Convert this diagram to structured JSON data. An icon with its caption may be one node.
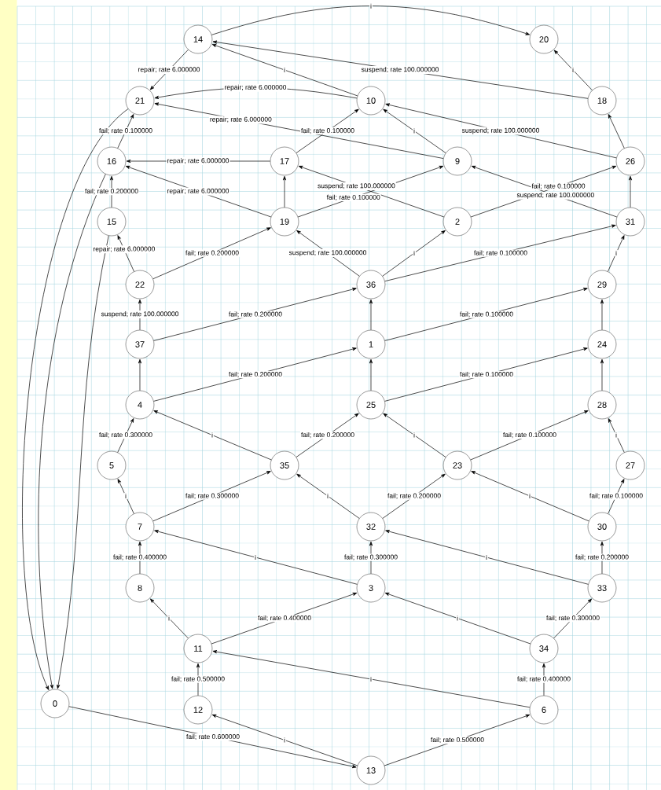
{
  "diagram": {
    "nodes": [
      {
        "text": [
          "14"
        ]
      },
      {
        "text": [
          "20"
        ]
      },
      {
        "text": [
          "21"
        ]
      },
      {
        "text": [
          "10"
        ]
      },
      {
        "text": [
          "18"
        ]
      },
      {
        "text": [
          "16"
        ]
      },
      {
        "text": [
          "17"
        ]
      },
      {
        "text": [
          "9"
        ]
      },
      {
        "text": [
          "26"
        ]
      },
      {
        "text": [
          "15"
        ]
      },
      {
        "text": [
          "19"
        ]
      },
      {
        "text": [
          "2"
        ]
      },
      {
        "text": [
          "31"
        ]
      },
      {
        "text": [
          "22"
        ]
      },
      {
        "text": [
          "36"
        ]
      },
      {
        "text": [
          "29"
        ]
      },
      {
        "text": [
          "37"
        ]
      },
      {
        "text": [
          "1"
        ]
      },
      {
        "text": [
          "24"
        ]
      },
      {
        "text": [
          "4"
        ]
      },
      {
        "text": [
          "25"
        ]
      },
      {
        "text": [
          "28"
        ]
      },
      {
        "text": [
          "5"
        ]
      },
      {
        "text": [
          "35"
        ]
      },
      {
        "text": [
          "23"
        ]
      },
      {
        "text": [
          "27"
        ]
      },
      {
        "text": [
          "7"
        ]
      },
      {
        "text": [
          "32"
        ]
      },
      {
        "text": [
          "30"
        ]
      },
      {
        "text": [
          "8"
        ]
      },
      {
        "text": [
          "3"
        ]
      },
      {
        "text": [
          "33"
        ]
      },
      {
        "text": [
          "11"
        ]
      },
      {
        "text": [
          "34"
        ]
      },
      {
        "text": [
          "0"
        ]
      },
      {
        "text": [
          "12"
        ]
      },
      {
        "text": [
          "6"
        ]
      },
      {
        "text": [
          "13"
        ]
      }
    ],
    "edges": [
      {
        "from": 0,
        "to": 1,
        "arrow": "to",
        "label": "i"
      },
      {
        "from": 0,
        "to": 2,
        "arrow": "to",
        "label": "repair; rate 6.000000"
      },
      {
        "from": 3,
        "to": 0,
        "arrow": "to",
        "label": "i"
      },
      {
        "from": 4,
        "to": 0,
        "arrow": "to",
        "label": "suspend; rate 100.000000"
      },
      {
        "from": 3,
        "to": 2,
        "arrow": "to",
        "label": "repair; rate 6.000000"
      },
      {
        "from": 7,
        "to": 2,
        "arrow": "to",
        "label": "repair; rate 6.000000"
      },
      {
        "from": 6,
        "to": 3,
        "arrow": "to",
        "label": "fail; rate 0.100000"
      },
      {
        "from": 7,
        "to": 3,
        "arrow": "to",
        "label": "i"
      },
      {
        "from": 8,
        "to": 3,
        "arrow": "to",
        "label": "suspend; rate 100.000000"
      },
      {
        "from": 4,
        "to": 1,
        "arrow": "to",
        "label": "i"
      },
      {
        "from": 8,
        "to": 4,
        "arrow": "to"
      },
      {
        "from": 5,
        "to": 2,
        "arrow": "to",
        "label": "fail; rate 0.100000"
      },
      {
        "from": 6,
        "to": 5,
        "arrow": "to",
        "label": "repair; rate 6.000000"
      },
      {
        "from": 10,
        "to": 5,
        "arrow": "to",
        "label": "repair; rate 6.000000"
      },
      {
        "from": 9,
        "to": 5,
        "arrow": "to",
        "label": "fail; rate 0.200000"
      },
      {
        "from": 10,
        "to": 6,
        "arrow": "to"
      },
      {
        "from": 11,
        "to": 6,
        "arrow": "to",
        "label": "suspend; rate 100.000000"
      },
      {
        "from": 10,
        "to": 7,
        "arrow": "to",
        "label": "fail; rate 0.100000"
      },
      {
        "from": 12,
        "to": 7,
        "arrow": "to",
        "label": "suspend; rate 100.000000"
      },
      {
        "from": 11,
        "to": 8,
        "arrow": "to",
        "label": "fail; rate 0.100000"
      },
      {
        "from": 12,
        "to": 8,
        "arrow": "to"
      },
      {
        "from": 13,
        "to": 10,
        "arrow": "to",
        "label": "fail; rate 0.200000"
      },
      {
        "from": 13,
        "to": 9,
        "arrow": "to",
        "label": "repair; rate 6.000000"
      },
      {
        "from": 14,
        "to": 10,
        "arrow": "to",
        "label": "suspend; rate 100.000000"
      },
      {
        "from": 14,
        "to": 11,
        "arrow": "to",
        "label": "i"
      },
      {
        "from": 14,
        "to": 12,
        "arrow": "to",
        "label": "fail; rate 0.100000"
      },
      {
        "from": 15,
        "to": 12,
        "arrow": "to",
        "label": "i"
      },
      {
        "from": 16,
        "to": 13,
        "arrow": "to",
        "label": "suspend; rate 100.000000"
      },
      {
        "from": 16,
        "to": 14,
        "arrow": "to",
        "label": "fail; rate 0.200000"
      },
      {
        "from": 17,
        "to": 14,
        "arrow": "to"
      },
      {
        "from": 17,
        "to": 15,
        "arrow": "to",
        "label": "fail; rate 0.100000"
      },
      {
        "from": 19,
        "to": 16,
        "arrow": "to"
      },
      {
        "from": 19,
        "to": 17,
        "arrow": "to",
        "label": "fail; rate 0.200000"
      },
      {
        "from": 20,
        "to": 17,
        "arrow": "to"
      },
      {
        "from": 20,
        "to": 18,
        "arrow": "to",
        "label": "fail; rate 0.100000"
      },
      {
        "from": 18,
        "to": 15,
        "arrow": "to"
      },
      {
        "from": 21,
        "to": 18,
        "arrow": "to"
      },
      {
        "from": 22,
        "to": 19,
        "arrow": "to",
        "label": "fail; rate 0.300000"
      },
      {
        "from": 23,
        "to": 19,
        "arrow": "to",
        "label": "i"
      },
      {
        "from": 23,
        "to": 20,
        "arrow": "to",
        "label": "fail; rate 0.200000"
      },
      {
        "from": 24,
        "to": 20,
        "arrow": "to",
        "label": "i"
      },
      {
        "from": 24,
        "to": 21,
        "arrow": "to",
        "label": "fail; rate 0.100000"
      },
      {
        "from": 25,
        "to": 21,
        "arrow": "to",
        "label": "i"
      },
      {
        "from": 26,
        "to": 22,
        "arrow": "to",
        "label": "i"
      },
      {
        "from": 26,
        "to": 23,
        "arrow": "to",
        "label": "fail; rate 0.300000"
      },
      {
        "from": 27,
        "to": 23,
        "arrow": "to",
        "label": "i"
      },
      {
        "from": 27,
        "to": 24,
        "arrow": "to",
        "label": "fail; rate 0.200000"
      },
      {
        "from": 28,
        "to": 24,
        "arrow": "to",
        "label": "i"
      },
      {
        "from": 28,
        "to": 25,
        "arrow": "to",
        "label": "fail; rate 0.100000"
      },
      {
        "from": 29,
        "to": 26,
        "arrow": "to",
        "label": "fail; rate 0.400000"
      },
      {
        "from": 30,
        "to": 26,
        "arrow": "to",
        "label": "i"
      },
      {
        "from": 30,
        "to": 27,
        "arrow": "to",
        "label": "fail; rate 0.300000"
      },
      {
        "from": 31,
        "to": 27,
        "arrow": "to",
        "label": "i"
      },
      {
        "from": 31,
        "to": 28,
        "arrow": "to",
        "label": "fail; rate 0.200000"
      },
      {
        "from": 32,
        "to": 29,
        "arrow": "to",
        "label": "i"
      },
      {
        "from": 32,
        "to": 30,
        "arrow": "to",
        "label": "fail; rate 0.400000"
      },
      {
        "from": 33,
        "to": 30,
        "arrow": "to",
        "label": "i"
      },
      {
        "from": 33,
        "to": 31,
        "arrow": "to",
        "label": "fail; rate 0.300000"
      },
      {
        "from": 35,
        "to": 32,
        "arrow": "to",
        "label": "fail; rate 0.500000"
      },
      {
        "from": 36,
        "to": 32,
        "arrow": "to",
        "label": "i"
      },
      {
        "from": 36,
        "to": 33,
        "arrow": "to",
        "label": "fail; rate 0.400000"
      },
      {
        "from": 34,
        "to": 37,
        "arrow": "to",
        "label": "fail; rate 0.600000"
      },
      {
        "from": 37,
        "to": 35,
        "arrow": "to",
        "label": "i"
      },
      {
        "from": 37,
        "to": 36,
        "arrow": "to",
        "label": "fail; rate 0.500000"
      },
      {
        "from": 2,
        "to": 34,
        "arrow": "to"
      },
      {
        "from": 5,
        "to": 34,
        "arrow": "to"
      },
      {
        "from": 9,
        "to": 34,
        "arrow": "to"
      }
    ]
  }
}
